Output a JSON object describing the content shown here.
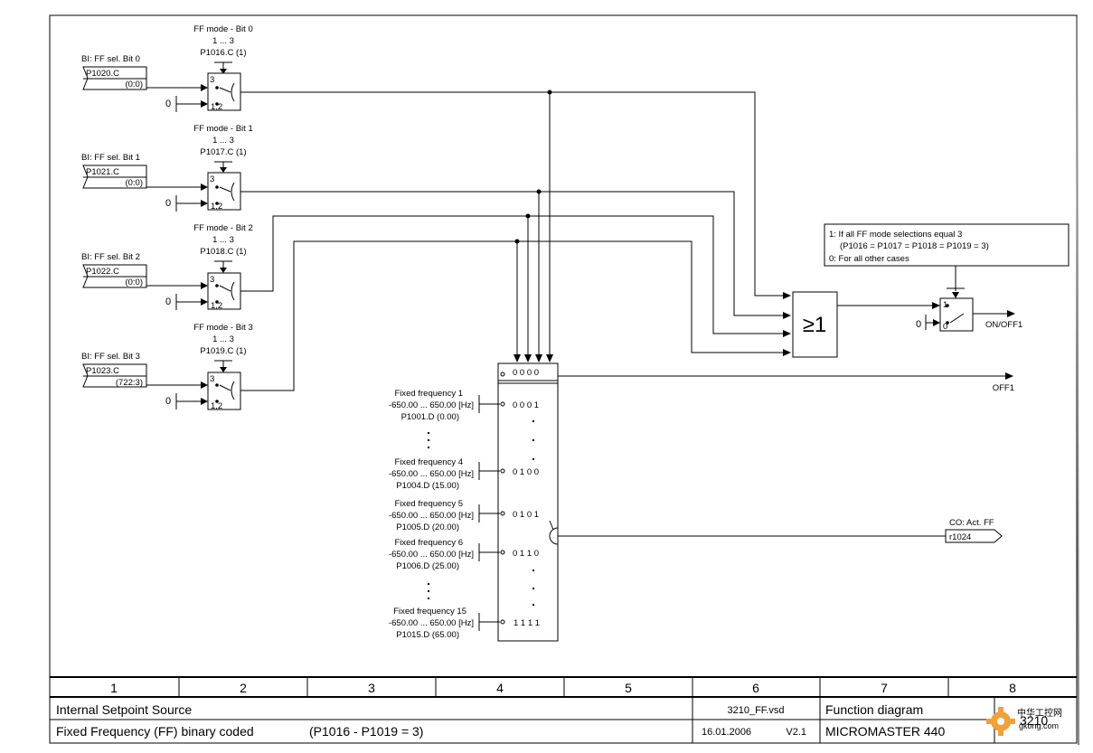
{
  "bit_selectors": [
    {
      "mode_label": "FF mode - Bit 0",
      "mode_range": "1 ... 3",
      "mode_param": "P1016.C (1)",
      "bi_label": "BI: FF sel. Bit 0",
      "bi_param": "P1020.C",
      "bi_value": "(0:0)",
      "const": "0",
      "sw_top": "3",
      "sw_bot": "1,2"
    },
    {
      "mode_label": "FF mode - Bit 1",
      "mode_range": "1 ... 3",
      "mode_param": "P1017.C (1)",
      "bi_label": "BI: FF sel. Bit 1",
      "bi_param": "P1021.C",
      "bi_value": "(0:0)",
      "const": "0",
      "sw_top": "3",
      "sw_bot": "1,2"
    },
    {
      "mode_label": "FF mode - Bit 2",
      "mode_range": "1 ... 3",
      "mode_param": "P1018.C (1)",
      "bi_label": "BI: FF sel. Bit 2",
      "bi_param": "P1022.C",
      "bi_value": "(0:0)",
      "const": "0",
      "sw_top": "3",
      "sw_bot": "1,2"
    },
    {
      "mode_label": "FF mode - Bit 3",
      "mode_range": "1 ... 3",
      "mode_param": "P1019.C (1)",
      "bi_label": "BI: FF sel. Bit 3",
      "bi_param": "P1023.C",
      "bi_value": "(722:3)",
      "const": "0",
      "sw_top": "3",
      "sw_bot": "1,2"
    }
  ],
  "selector_table": {
    "header_code": "0 0 0 0",
    "rows": [
      {
        "name": "Fixed frequency 1",
        "range": "-650.00 ... 650.00  [Hz]",
        "param": "P1001.D (0.00)",
        "code": "0 0 0 1"
      },
      {
        "name": "Fixed frequency 4",
        "range": "-650.00 ... 650.00  [Hz]",
        "param": "P1004.D (15.00)",
        "code": "0 1 0 0"
      },
      {
        "name": "Fixed frequency 5",
        "range": "-650.00 ... 650.00  [Hz]",
        "param": "P1005.D (20.00)",
        "code": "0 1 0 1"
      },
      {
        "name": "Fixed frequency 6",
        "range": "-650.00 ... 650.00  [Hz]",
        "param": "P1006.D (25.00)",
        "code": "0 1 1 0"
      },
      {
        "name": "Fixed frequency 15",
        "range": "-650.00 ... 650.00  [Hz]",
        "param": "P1015.D (65.00)",
        "code": "1 1 1 1"
      }
    ]
  },
  "or_gate": {
    "symbol": "≥1"
  },
  "note": {
    "line1": "1: If all FF mode selections equal 3",
    "line2": "(P1016 = P1017 = P1018 = P1019 = 3)",
    "line3": "0: For all other cases"
  },
  "output_switch": {
    "const": "0",
    "sw_top": "1",
    "sw_bot": "0",
    "label": "ON/OFF1"
  },
  "off1_label": "OFF1",
  "connector_out": {
    "label": "CO: Act. FF",
    "param": "r1024"
  },
  "title_block": {
    "columns": [
      "1",
      "2",
      "3",
      "4",
      "5",
      "6",
      "7",
      "8"
    ],
    "row1_left": "Internal Setpoint Source",
    "row2_left": "Fixed Frequency (FF) binary coded",
    "row2_mid": "(P1016 - P1019 = 3)",
    "file": "3210_FF.vsd",
    "date": "16.01.2006",
    "version": "V2.1",
    "doc_type": "Function diagram",
    "product": "MICROMASTER 440",
    "page": "3210"
  },
  "logo": {
    "text1": "中华工控网",
    "text2": "gkong.com"
  }
}
